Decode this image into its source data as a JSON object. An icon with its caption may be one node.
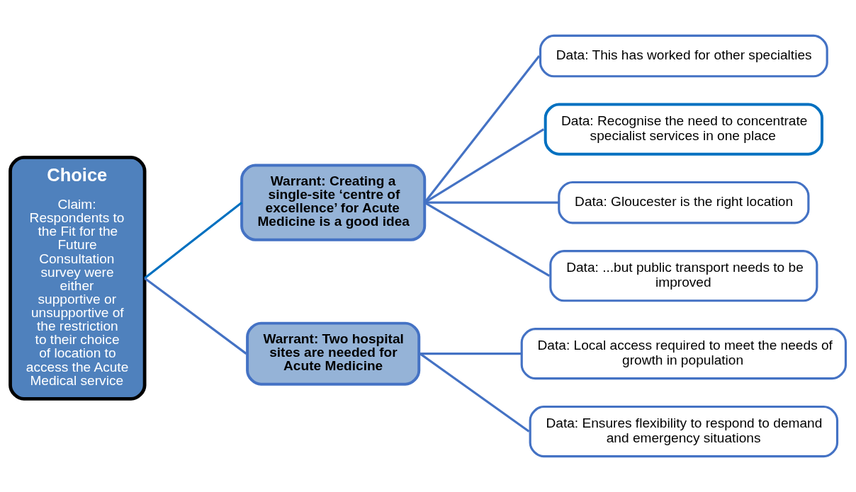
{
  "diagram": {
    "nodes": [
      {
        "text": [
          "Choice",
          "Claim: Respondents to the Fit for the Future Consultation survey were either supportive or unsupportive of the restriction to their choice of location to access the Acute Medical service"
        ]
      },
      {
        "text": [
          "Warrant: Creating a single-site ‘centre of excellence’ for Acute Medicine is a good idea"
        ]
      },
      {
        "text": [
          "Data: This has worked for other specialties"
        ]
      },
      {
        "text": [
          "Data: Recognise the need to concentrate specialist services in one place"
        ]
      },
      {
        "text": [
          "Data: Gloucester is the right location"
        ]
      },
      {
        "text": [
          "Data: ...but public transport needs to be improved"
        ]
      },
      {
        "text": [
          "Warrant: Two hospital sites are needed for Acute Medicine"
        ]
      },
      {
        "text": [
          "Data: Local access required to meet the needs of growth in population"
        ]
      },
      {
        "text": [
          "Data: Ensures flexibility to respond to demand and emergency situations"
        ]
      }
    ],
    "edges": [
      {
        "from": 0,
        "to": 1,
        "arrow": "none",
        "color": "#0070c0"
      },
      {
        "from": 0,
        "to": 6,
        "arrow": "none"
      },
      {
        "from": 1,
        "to": 2,
        "arrow": "none"
      },
      {
        "from": 1,
        "to": 3,
        "arrow": "none"
      },
      {
        "from": 1,
        "to": 4,
        "arrow": "none"
      },
      {
        "from": 1,
        "to": 5,
        "arrow": "none"
      },
      {
        "from": 6,
        "to": 7,
        "arrow": "none"
      },
      {
        "from": 6,
        "to": 8,
        "arrow": "none"
      }
    ]
  }
}
